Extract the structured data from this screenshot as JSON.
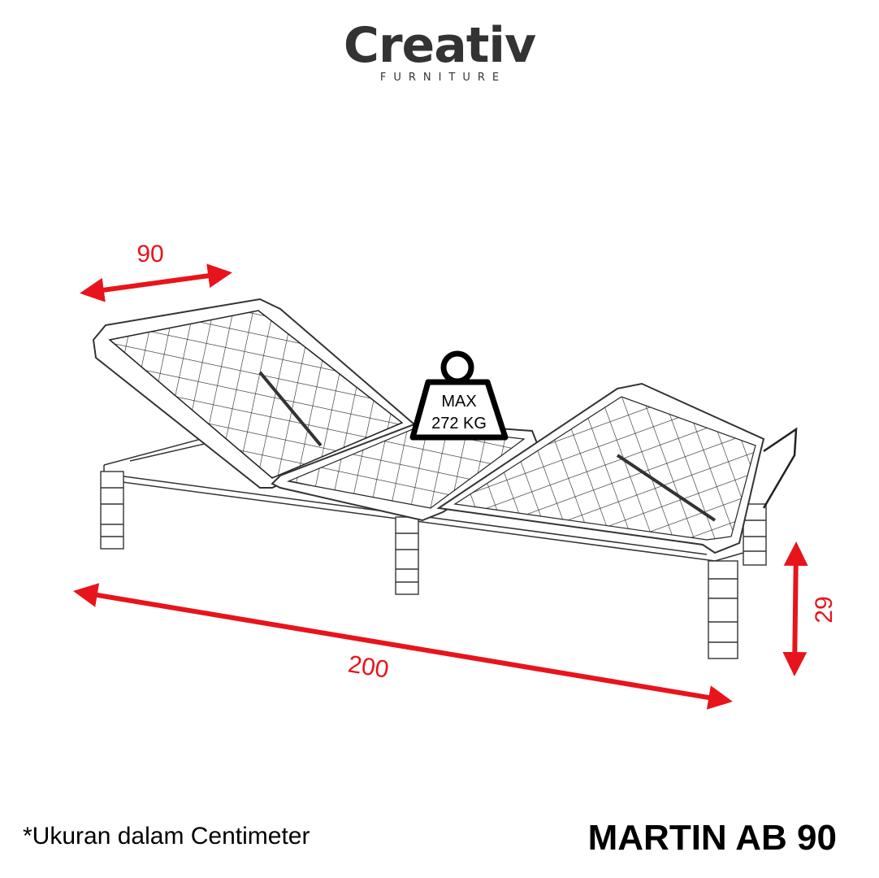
{
  "brand": {
    "name": "Creativ",
    "sub": "FURNITURE",
    "dot_color": "#e8141b"
  },
  "load_badge": {
    "line1": "MAX",
    "line2": "272 KG",
    "icon": "weight-icon"
  },
  "dimensions": {
    "width": "90",
    "length": "200",
    "height": "29",
    "arrow_color": "#e8141b"
  },
  "footnote": "*Ukuran dalam Centimeter",
  "product_name": "MARTIN AB 90"
}
